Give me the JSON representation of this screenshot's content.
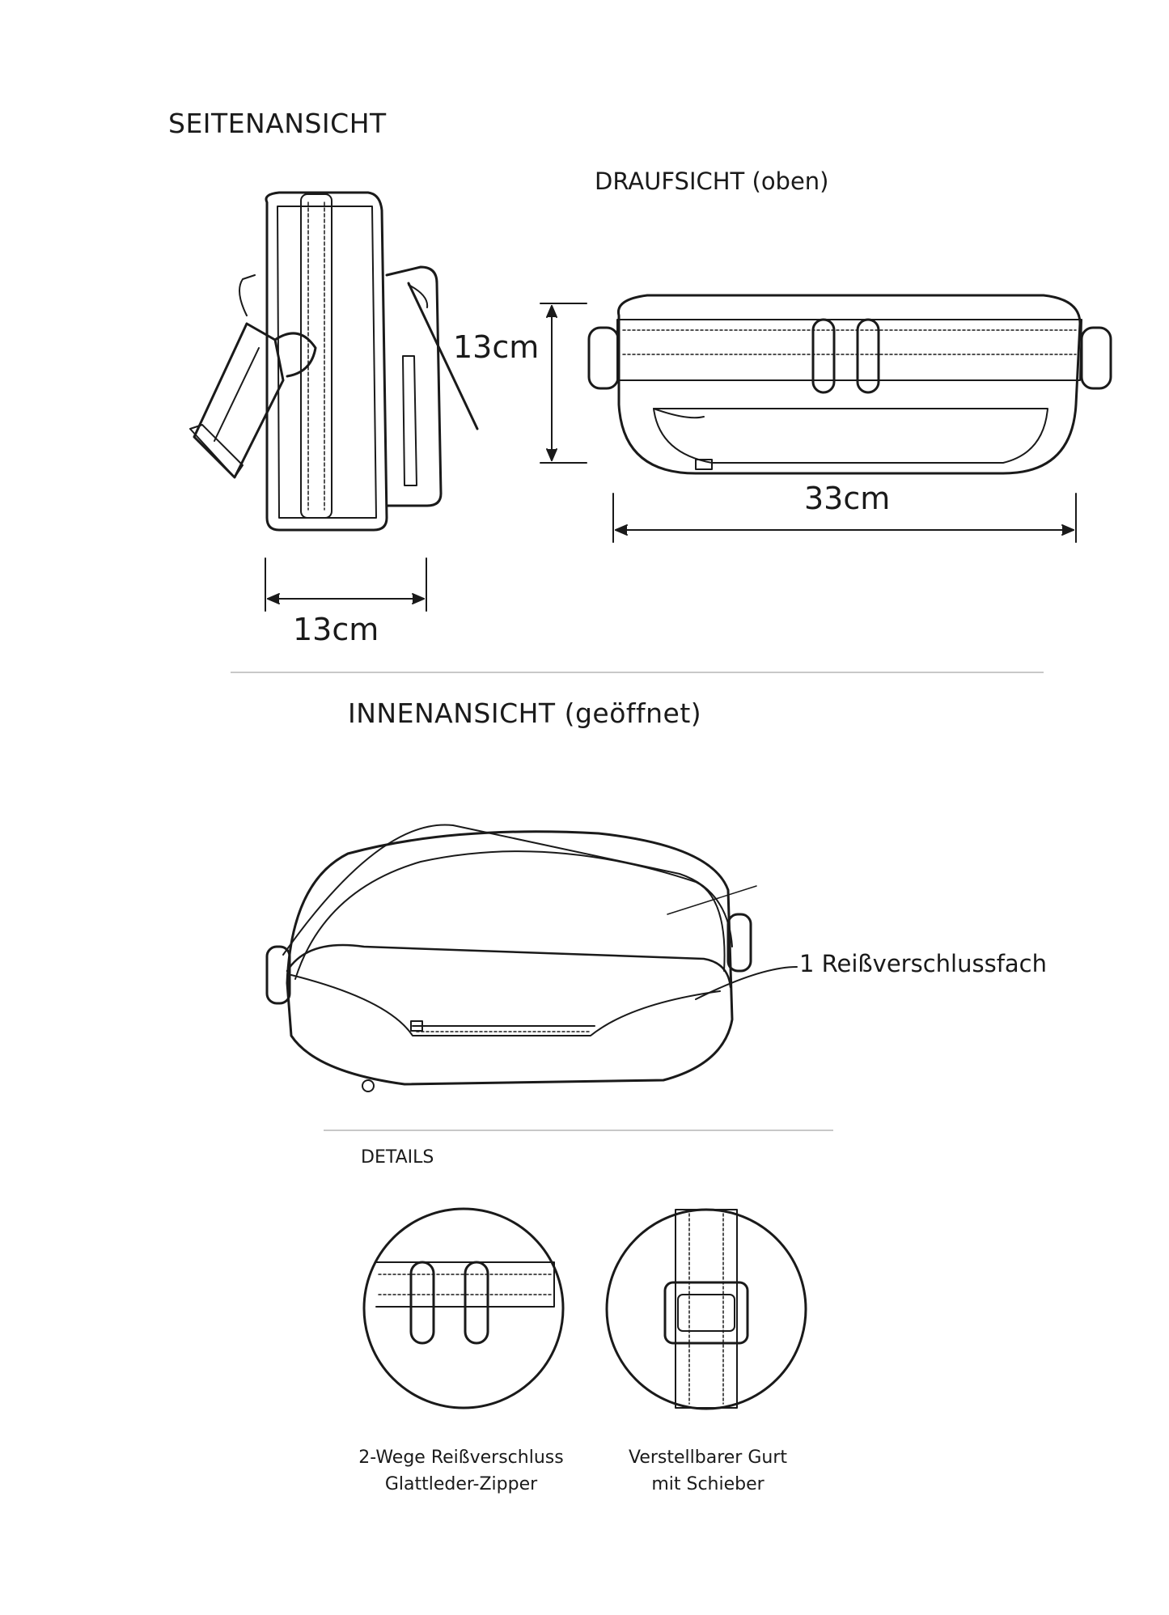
{
  "sections": {
    "side_view": "SEITENANSICHT",
    "top_view_title": "DRAUFSICHT",
    "top_view_suffix": "(oben)",
    "inside_view_title": "INNENANSICHT",
    "inside_view_suffix": "(geöffnet)",
    "details": "DETAILS"
  },
  "dimensions": {
    "height": "13cm",
    "depth": "13cm",
    "width": "33cm"
  },
  "callouts": {
    "inner_pocket": "1 Reißverschlussfach"
  },
  "details": [
    {
      "line1": "2-Wege Reißverschluss",
      "line2": "Glattleder-Zipper"
    },
    {
      "line1": "Verstellbarer Gurt",
      "line2": "mit Schieber"
    }
  ],
  "colors": {
    "line": "#1a1a1a",
    "divider": "#c8c8c8",
    "background": "#ffffff"
  }
}
